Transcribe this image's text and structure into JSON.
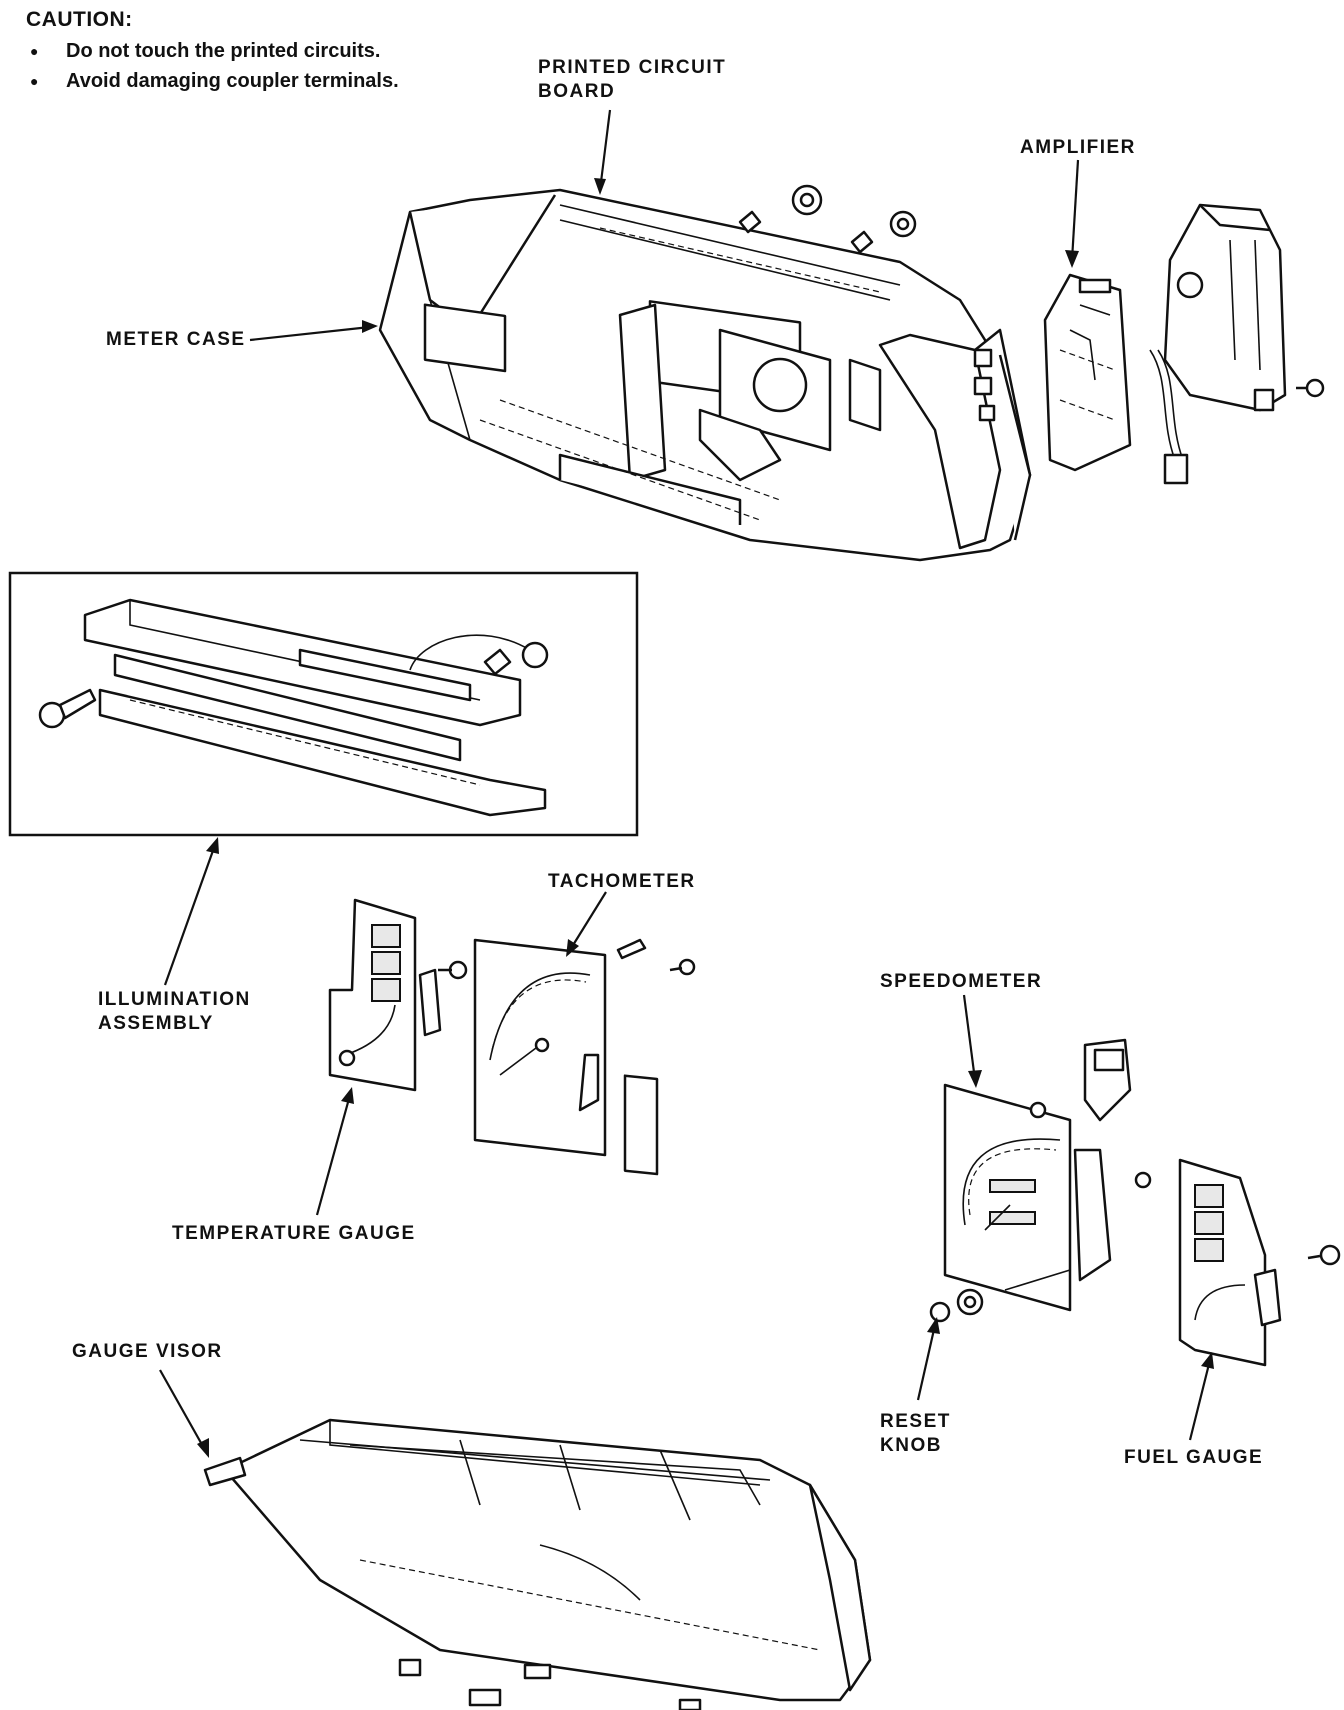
{
  "caution": {
    "heading": "CAUTION:",
    "items": [
      "Do not touch the printed circuits.",
      "Avoid damaging coupler terminals."
    ]
  },
  "labels": {
    "printed_circuit_board": [
      "PRINTED CIRCUIT",
      "BOARD"
    ],
    "amplifier": "AMPLIFIER",
    "meter_case": "METER CASE",
    "tachometer": "TACHOMETER",
    "illumination_assembly": [
      "ILLUMINATION",
      "ASSEMBLY"
    ],
    "speedometer": "SPEEDOMETER",
    "temperature_gauge": "TEMPERATURE GAUGE",
    "gauge_visor": "GAUGE VISOR",
    "reset_knob": [
      "RESET",
      "KNOB"
    ],
    "fuel_gauge": "FUEL GAUGE"
  }
}
